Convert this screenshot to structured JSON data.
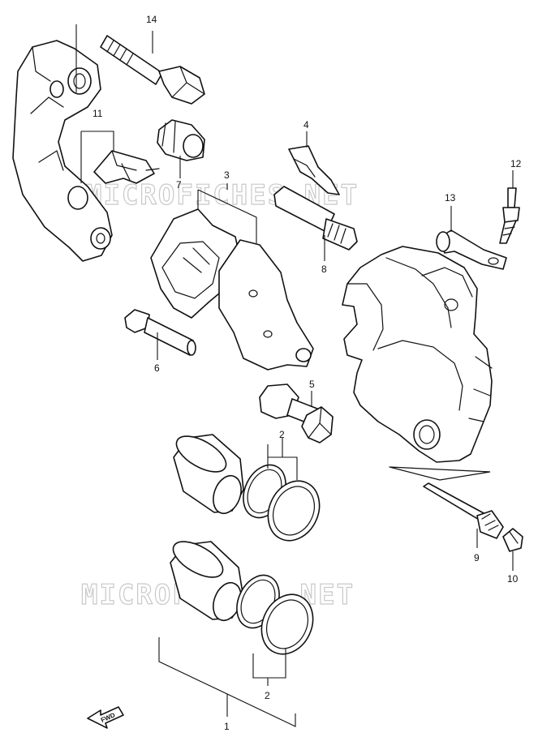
{
  "watermark": "MICROFICHES.NET",
  "fwd_label": "FWD",
  "callouts": {
    "p1": "1",
    "p2a": "2",
    "p2b": "2",
    "p3": "3",
    "p4": "4",
    "p5": "5",
    "p6": "6",
    "p7": "7",
    "p8": "8",
    "p9": "9",
    "p10": "10",
    "p11": "11",
    "p12": "12",
    "p13": "13",
    "p14": "14"
  }
}
